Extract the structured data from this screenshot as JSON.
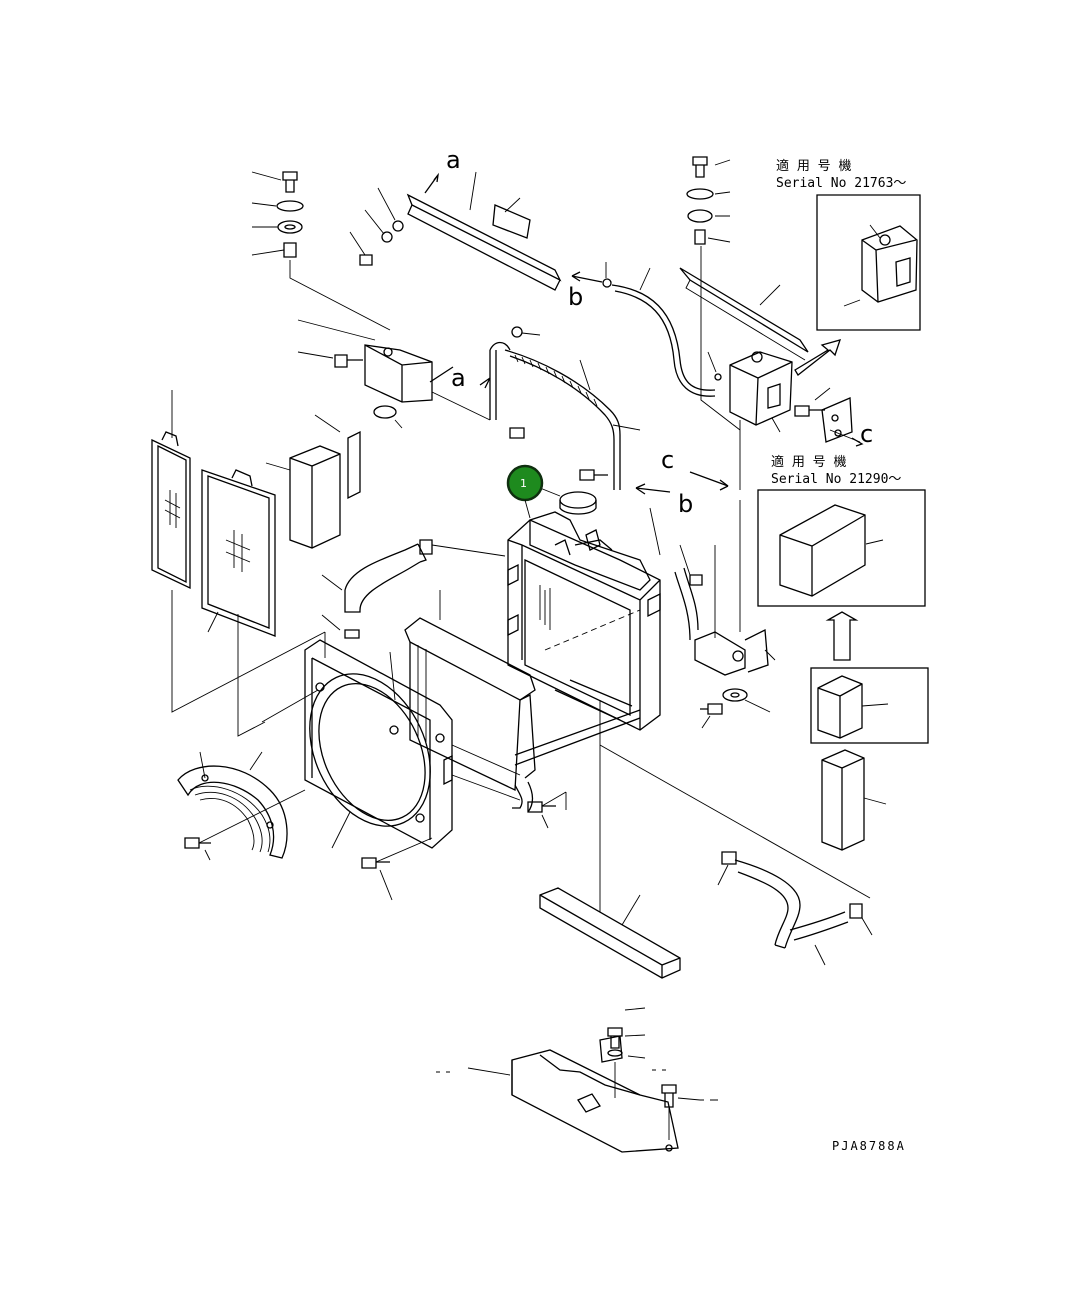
{
  "callouts": [
    {
      "number": "1",
      "color": "#1e8a1e"
    }
  ],
  "notes": {
    "serial_a_title": "適 用 号 機",
    "serial_a_number": "Serial No 21763～",
    "serial_b_title": "適 用 号 機",
    "serial_b_number": "Serial No 21290～"
  },
  "letters": {
    "a1": "a",
    "a2": "a",
    "b1": "b",
    "b2": "b",
    "c1": "c",
    "c2": "c"
  },
  "drawing_code": "PJA8788A"
}
